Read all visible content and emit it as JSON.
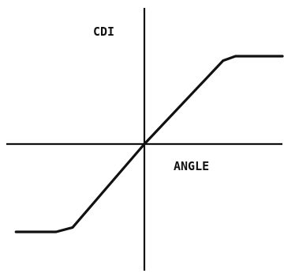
{
  "chart_data": {
    "type": "line",
    "title": "",
    "xlabel": "ANGLE",
    "ylabel": "CDI",
    "xlim": [
      -1,
      1
    ],
    "ylim": [
      -1,
      1
    ],
    "grid": false,
    "series": [
      {
        "x": [
          -0.93,
          -0.64,
          -0.52,
          0,
          0.57,
          0.66,
          1
        ],
        "y": [
          -1,
          -1,
          -0.95,
          0,
          0.95,
          1,
          1
        ]
      }
    ]
  }
}
